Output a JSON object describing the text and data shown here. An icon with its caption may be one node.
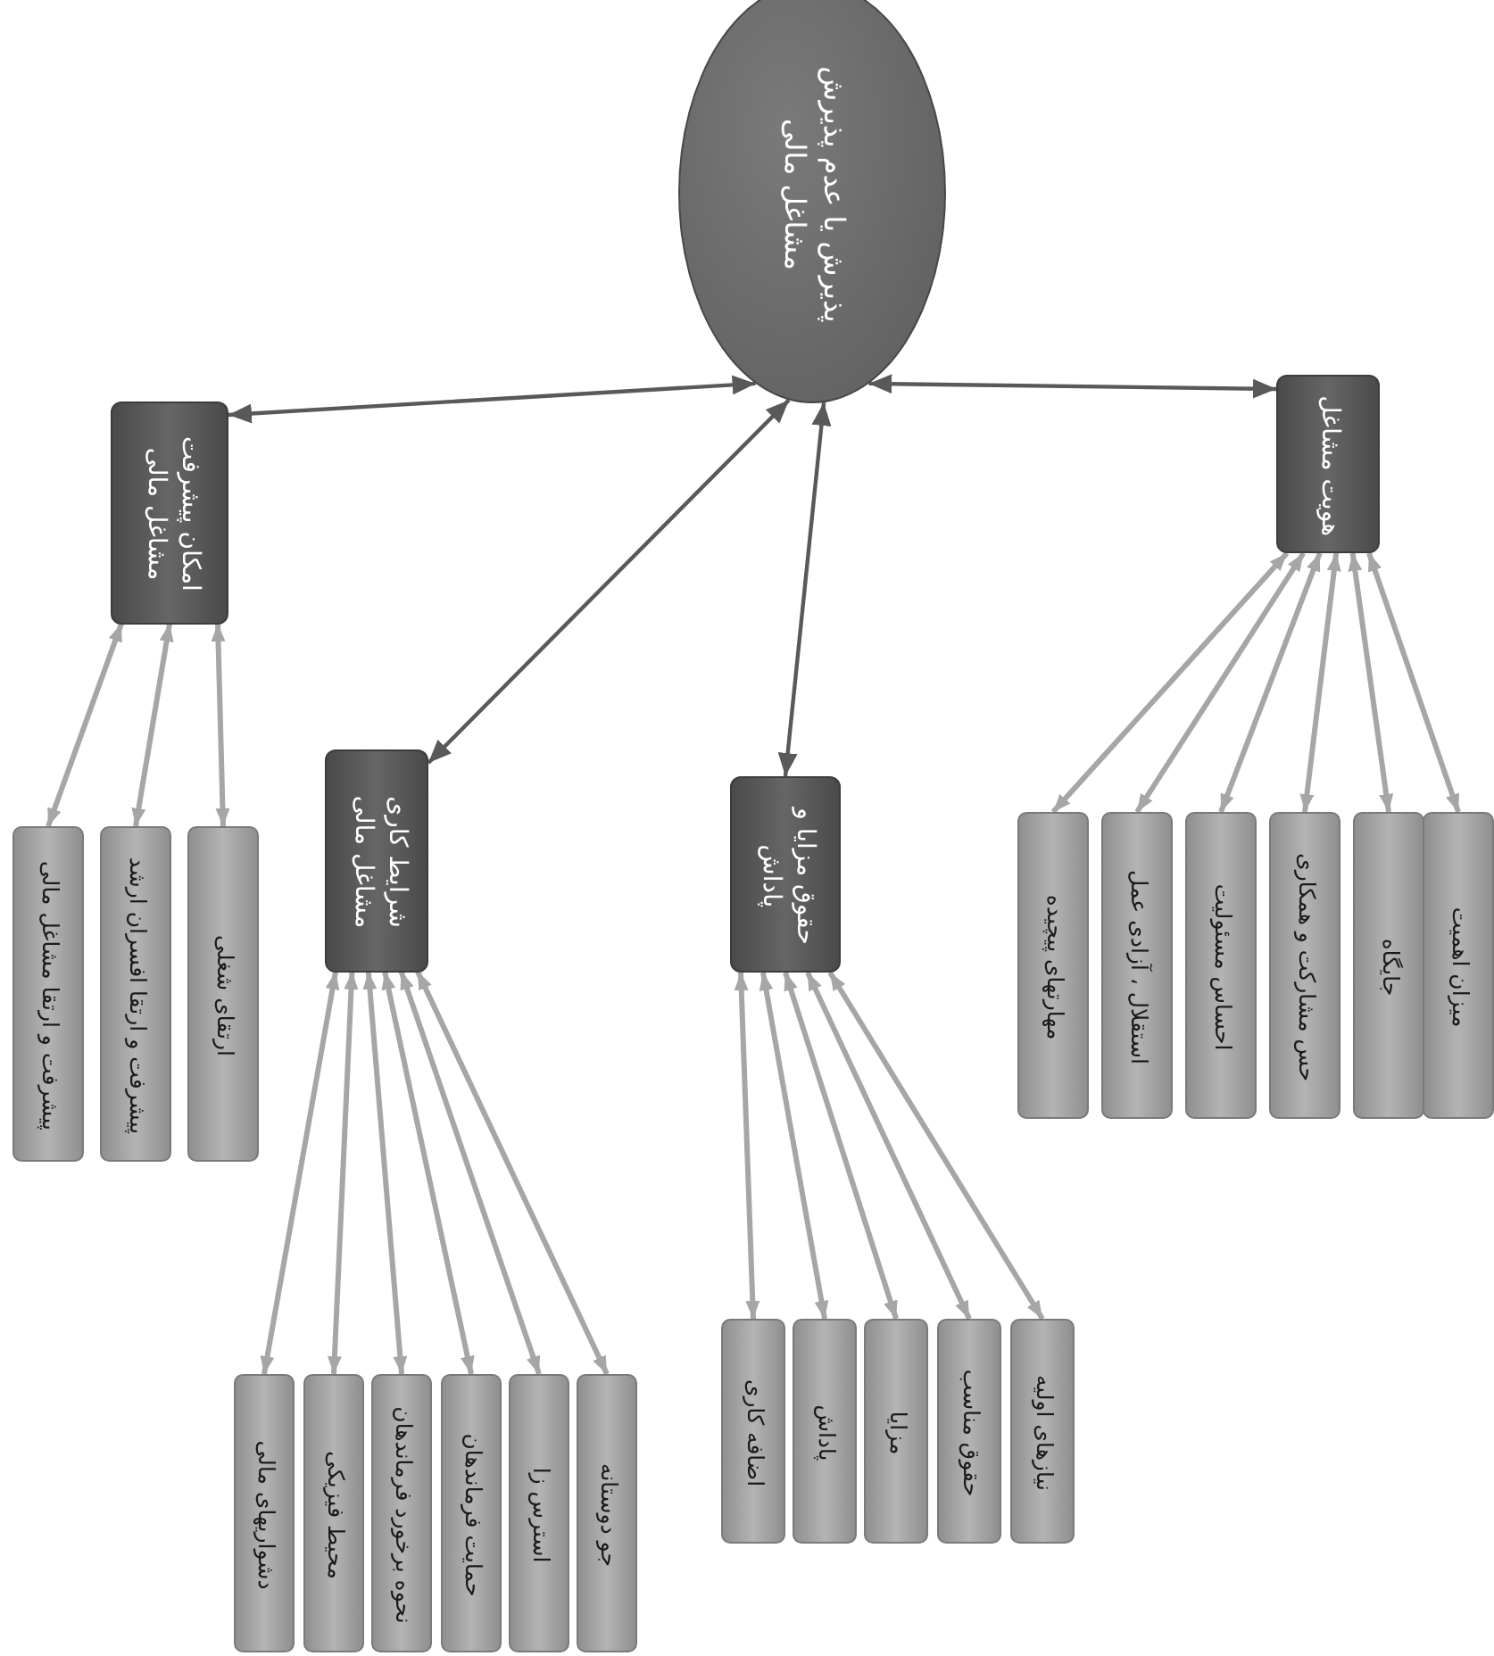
{
  "diagram": {
    "nodes": [
      {
        "text": [
          "پذیرش یا عدم پذیرش مشاغل مالی"
        ]
      },
      {
        "text": [
          "امکان پیشرفت مشاغل مالی"
        ]
      },
      {
        "text": [
          "شرایط کاری مشاغل مالی"
        ]
      },
      {
        "text": [
          "حقوق مزایا و پاداش"
        ]
      },
      {
        "text": [
          "هویت مشاغل"
        ]
      },
      {
        "text": [
          "پیشرفت و ارتقا مشاغل مالی"
        ]
      },
      {
        "text": [
          "پیشرفت و ارتقا افسران ارشد"
        ]
      },
      {
        "text": [
          "ارتقای شغلی"
        ]
      },
      {
        "text": [
          "دشواریهای مالی"
        ]
      },
      {
        "text": [
          "محیط فیزیکی"
        ]
      },
      {
        "text": [
          "نحوه برخورد فرماندهان"
        ]
      },
      {
        "text": [
          "حمایت فرماندهان"
        ]
      },
      {
        "text": [
          "استرس زا"
        ]
      },
      {
        "text": [
          "جو دوستانه"
        ]
      },
      {
        "text": [
          "اضافه کاری"
        ]
      },
      {
        "text": [
          "پاداش"
        ]
      },
      {
        "text": [
          "مزایا"
        ]
      },
      {
        "text": [
          "حقوق مناسب"
        ]
      },
      {
        "text": [
          "نیازهای اولیه"
        ]
      },
      {
        "text": [
          "مهارتهای پیچیده"
        ]
      },
      {
        "text": [
          "استقلال ، آزادی عمل"
        ]
      },
      {
        "text": [
          "احساس مسئولیت"
        ]
      },
      {
        "text": [
          "حس مشارکت و همکاری"
        ]
      },
      {
        "text": [
          "جایگاه"
        ]
      },
      {
        "text": [
          "میزان اهمیت"
        ]
      }
    ],
    "edges": [
      {
        "from": 0,
        "to": 1,
        "arrow": "both",
        "color": "#595959"
      },
      {
        "from": 0,
        "to": 2,
        "arrow": "both",
        "color": "#595959"
      },
      {
        "from": 0,
        "to": 3,
        "arrow": "both",
        "color": "#595959"
      },
      {
        "from": 0,
        "to": 4,
        "arrow": "both",
        "color": "#595959"
      },
      {
        "from": 1,
        "to": 5,
        "arrow": "both"
      },
      {
        "from": 1,
        "to": 6,
        "arrow": "both"
      },
      {
        "from": 1,
        "to": 7,
        "arrow": "both"
      },
      {
        "from": 2,
        "to": 8,
        "arrow": "both"
      },
      {
        "from": 2,
        "to": 9,
        "arrow": "both"
      },
      {
        "from": 2,
        "to": 10,
        "arrow": "both"
      },
      {
        "from": 2,
        "to": 11,
        "arrow": "both"
      },
      {
        "from": 2,
        "to": 12,
        "arrow": "both"
      },
      {
        "from": 2,
        "to": 13,
        "arrow": "both"
      },
      {
        "from": 3,
        "to": 14,
        "arrow": "both"
      },
      {
        "from": 3,
        "to": 15,
        "arrow": "both"
      },
      {
        "from": 3,
        "to": 16,
        "arrow": "both"
      },
      {
        "from": 3,
        "to": 17,
        "arrow": "both"
      },
      {
        "from": 3,
        "to": 18,
        "arrow": "both"
      },
      {
        "from": 4,
        "to": 19,
        "arrow": "both"
      },
      {
        "from": 4,
        "to": 20,
        "arrow": "both"
      },
      {
        "from": 4,
        "to": 21,
        "arrow": "both"
      },
      {
        "from": 4,
        "to": 22,
        "arrow": "both"
      },
      {
        "from": 4,
        "to": 23,
        "arrow": "both"
      },
      {
        "from": 4,
        "to": 24,
        "arrow": "both"
      }
    ]
  }
}
